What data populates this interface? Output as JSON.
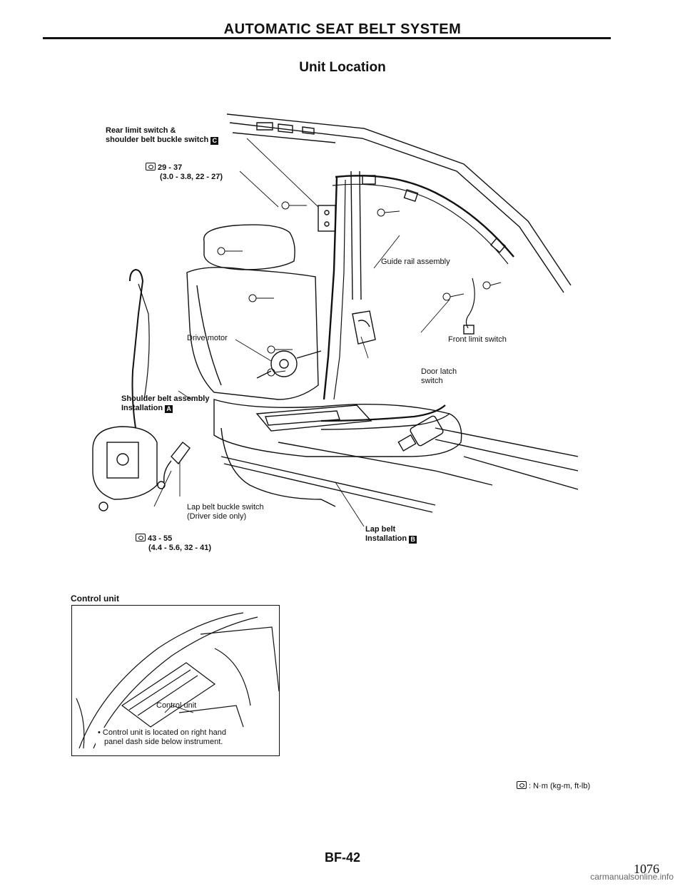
{
  "header": {
    "title": "AUTOMATIC SEAT BELT SYSTEM",
    "subtitle": "Unit Location"
  },
  "labels": {
    "rear_limit_line1": "Rear limit switch &",
    "rear_limit_line2": "shoulder belt buckle switch",
    "rear_limit_box": "C",
    "torque1_line1": "29 - 37",
    "torque1_line2": "(3.0 - 3.8, 22 - 27)",
    "guide_rail": "Guide rail assembly",
    "drive_motor": "Drive motor",
    "front_limit": "Front limit switch",
    "door_latch_line1": "Door latch",
    "door_latch_line2": "switch",
    "shoulder_belt_line1": "Shoulder belt assembly",
    "shoulder_belt_line2": "Installation",
    "shoulder_belt_box": "A",
    "lap_buckle_line1": "Lap belt buckle switch",
    "lap_buckle_line2": "(Driver side only)",
    "torque2_line1": "43 - 55",
    "torque2_line2": "(4.4 - 5.6, 32 - 41)",
    "lap_belt_line1": "Lap belt",
    "lap_belt_line2": "Installation",
    "lap_belt_box": "B"
  },
  "inset": {
    "title": "Control unit",
    "callout": "Control unit",
    "note_line1": "Control unit is located on right hand",
    "note_line2": "panel dash side below instrument."
  },
  "legend": {
    "unit_text": ": N·m (kg-m, ft-lb)"
  },
  "footer": {
    "code": "BF-42",
    "page_number": "1076",
    "site": "carmanualsonline.info"
  }
}
